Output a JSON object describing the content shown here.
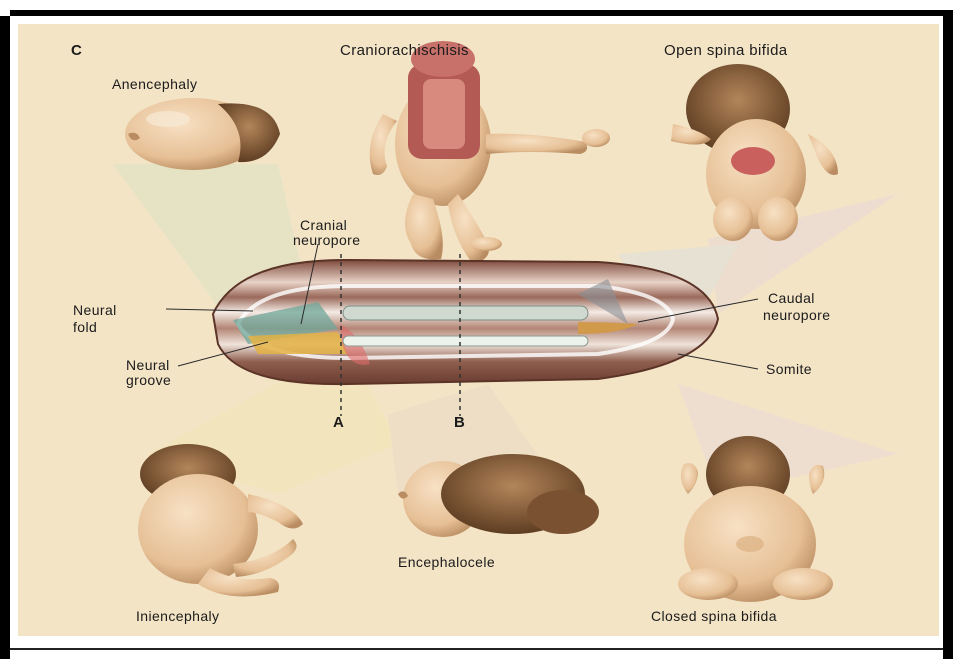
{
  "figure": {
    "panel_letter": "C",
    "conditions": {
      "anencephaly": "Anencephaly",
      "craniorachischisis": "Craniorachischisis",
      "open_spina_bifida": "Open spina bifida",
      "iniencephaly": "Iniencephaly",
      "encephalocele": "Encephalocele",
      "closed_spina_bifida": "Closed spina bifida"
    },
    "structures": {
      "cranial_neuropore": [
        "Cranial",
        "neuropore"
      ],
      "neural_fold": [
        "Neural",
        "fold"
      ],
      "neural_groove": [
        "Neural",
        "groove"
      ],
      "caudal_neuropore": [
        "Caudal",
        "neuropore"
      ],
      "somite": "Somite"
    },
    "sections": {
      "a": "A",
      "b": "B"
    },
    "colors": {
      "background": "#f3e4c6",
      "skin": "#ecc9a0",
      "skin_shadow": "#b88b5f",
      "hair": "#8a6037",
      "lesion": "#c9605e",
      "embryo_band": "#f6ede0",
      "embryo_mid": "#c9a58c",
      "embryo_dark": "#8b5a4a"
    }
  }
}
